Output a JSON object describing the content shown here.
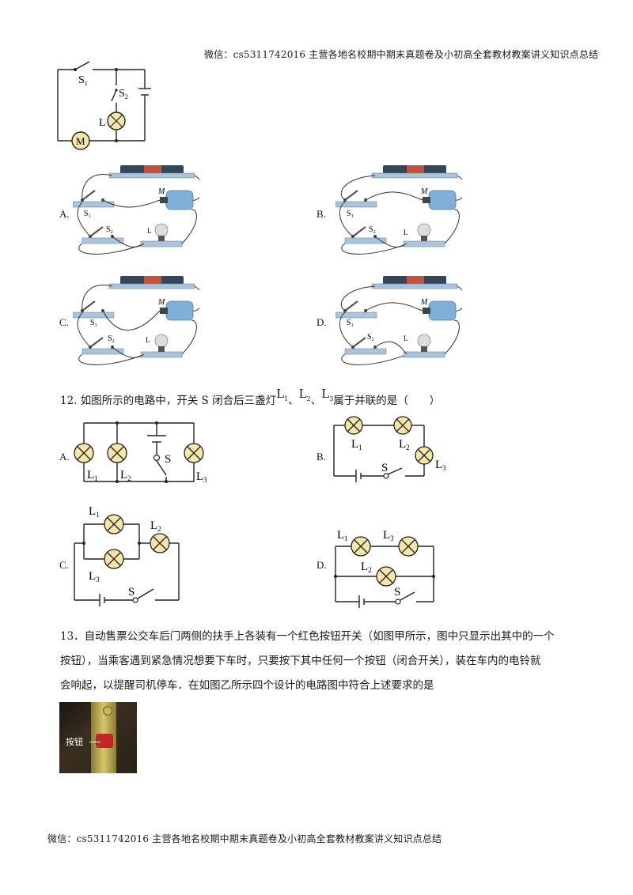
{
  "header": {
    "text": "微信：cs5311742016 主营各地名校期中期末真题卷及小初高全套教材教案讲义知识点总结"
  },
  "footer": {
    "text": "微信：cs5311742016 主营各地名校期中期末真题卷及小初高全套教材教案讲义知识点总结"
  },
  "top_circuit": {
    "labels": {
      "s1": "S",
      "s1_sub": "1",
      "s2": "S",
      "s2_sub": "2",
      "lamp": "L",
      "motor": "M"
    }
  },
  "q11_options": [
    {
      "letter": "A.",
      "s1": "S",
      "s1_sub": "1",
      "s2": "S",
      "s2_sub": "2",
      "motor": "M",
      "lamp": "L"
    },
    {
      "letter": "B.",
      "s1": "S",
      "s1_sub": "1",
      "s2": "S",
      "s2_sub": "2",
      "motor": "M",
      "lamp": "L"
    },
    {
      "letter": "C.",
      "s1": "S",
      "s1_sub": "1",
      "s2": "S",
      "s2_sub": "2",
      "motor": "M",
      "lamp": "L"
    },
    {
      "letter": "D.",
      "s1": "S",
      "s1_sub": "1",
      "s2": "S",
      "s2_sub": "2",
      "motor": "M",
      "lamp": "L"
    }
  ],
  "q12": {
    "prefix": "12. 如图所示的电路中，开关 S 闭合后三盏灯",
    "l1": "L",
    "l1_sub": "1",
    "sep1": "、",
    "l2": "L",
    "l2_sub": "2",
    "sep2": "、",
    "l3": "L",
    "l3_sub": "3",
    "suffix": "属于并联的是（　　）",
    "options": [
      {
        "letter": "A.",
        "l1": "L",
        "l1_sub": "1",
        "l2": "L",
        "l2_sub": "2",
        "l3": "L",
        "l3_sub": "3",
        "switch": "S"
      },
      {
        "letter": "B.",
        "l1": "L",
        "l1_sub": "1",
        "l2": "L",
        "l2_sub": "2",
        "l3": "L",
        "l3_sub": "3",
        "switch": "S"
      },
      {
        "letter": "C.",
        "l1": "L",
        "l1_sub": "1",
        "l2": "L",
        "l2_sub": "2",
        "l3": "L",
        "l3_sub": "3",
        "switch": "S"
      },
      {
        "letter": "D.",
        "l1": "L",
        "l1_sub": "1",
        "l2": "L",
        "l2_sub": "2",
        "l3": "L",
        "l3_sub": "3",
        "switch": "S"
      }
    ]
  },
  "q13": {
    "line1": "13．自动售票公交车后门两侧的扶手上各装有一个红色按钮开关（如图甲所示，图中只显示出其中的一个",
    "line2": "按钮），当乘客遇到紧急情况想要下车时，只要按下其中任何一个按钮（闭合开关），装在车内的电铃就",
    "line3": "会响起，以提醒司机停车．在如图乙所示四个设计的电路图中符合上述要求的是",
    "photo_label": "按钮"
  }
}
